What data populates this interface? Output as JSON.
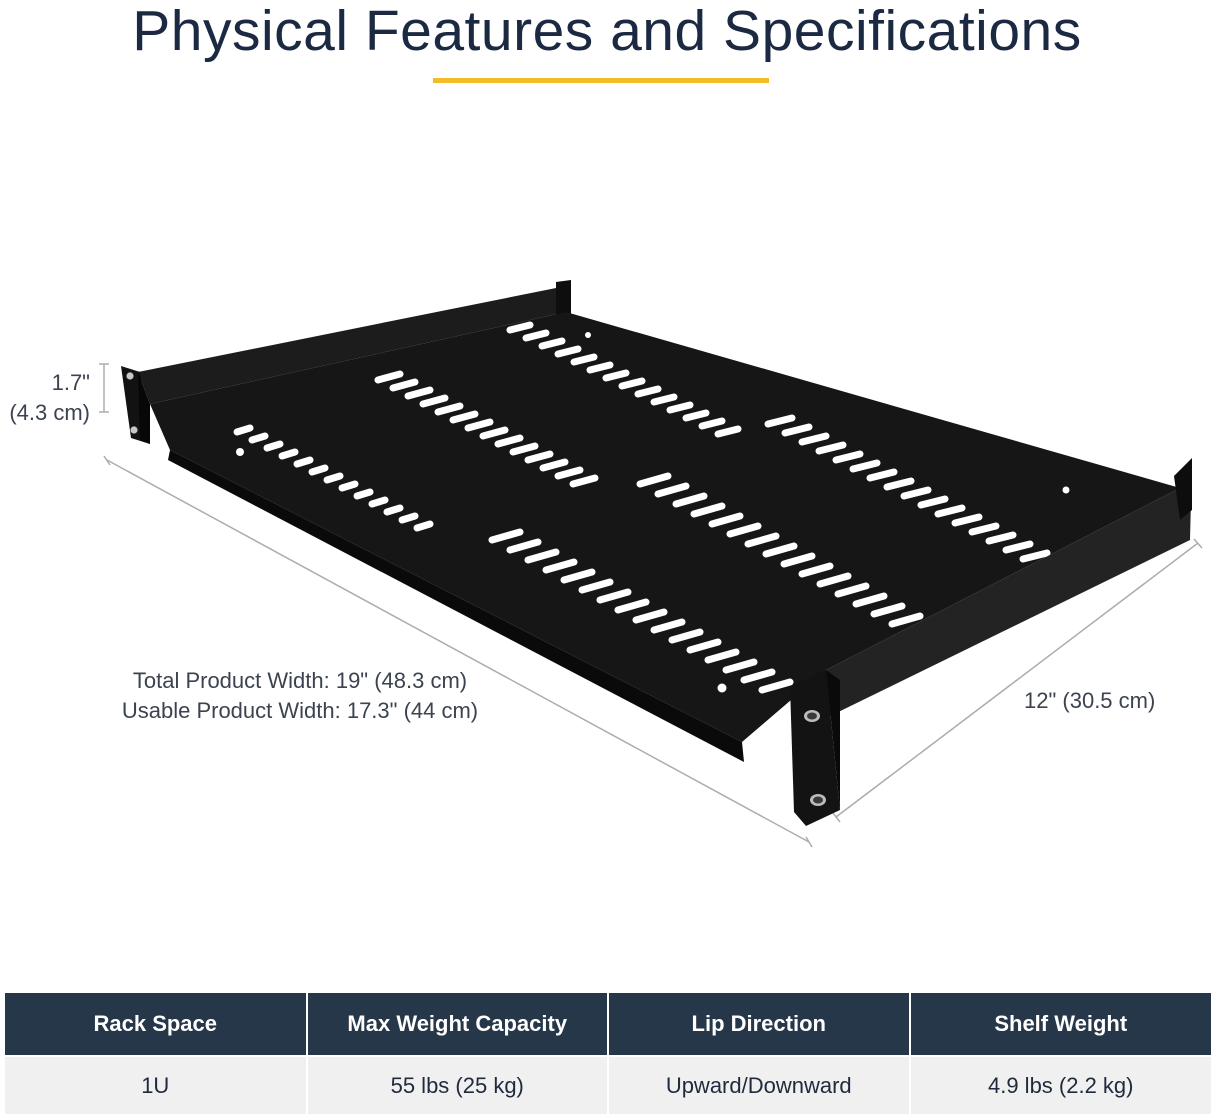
{
  "title": "Physical Features and Specifications",
  "colors": {
    "title": "#1b2942",
    "accent": "#f3bd28",
    "table_header": "#253749",
    "table_row": "#f0f0f0",
    "shelf": "#111111"
  },
  "dimensions": {
    "height_line1": "1.7\"",
    "height_line2": "(4.3 cm)",
    "width_total": "Total Product Width: 19\" (48.3 cm)",
    "width_usable": "Usable Product Width: 17.3\" (44 cm)",
    "depth": "12\" (30.5 cm)"
  },
  "specs": {
    "headers": [
      "Rack Space",
      "Max Weight Capacity",
      "Lip Direction",
      "Shelf Weight"
    ],
    "values": [
      "1U",
      "55 lbs (25 kg)",
      "Upward/Downward",
      "4.9 lbs (2.2 kg)"
    ]
  }
}
